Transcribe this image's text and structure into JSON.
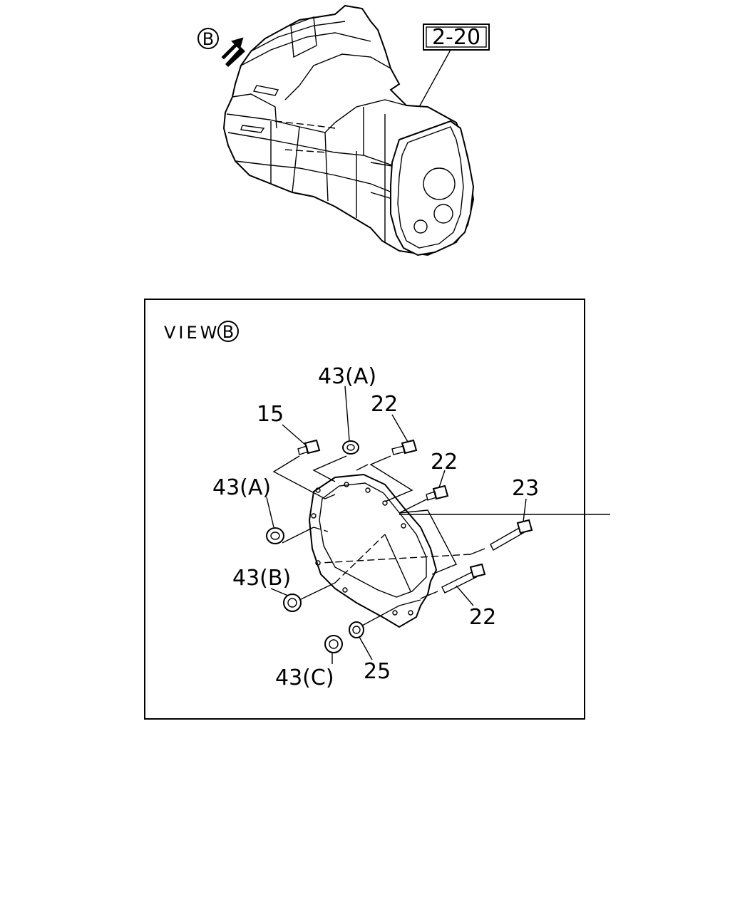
{
  "top_view": {
    "view_marker": "B",
    "ref_box": "2-20"
  },
  "detail_view": {
    "title_text": "VIEW",
    "title_marker": "B",
    "callouts": {
      "part_15": "15",
      "part_43a_top": "43(A)",
      "part_22_top": "22",
      "part_22_mid": "22",
      "part_23": "23",
      "part_43a_left": "43(A)",
      "part_43b": "43(B)",
      "part_22_bottom": "22",
      "part_43c": "43(C)",
      "part_25": "25"
    }
  }
}
